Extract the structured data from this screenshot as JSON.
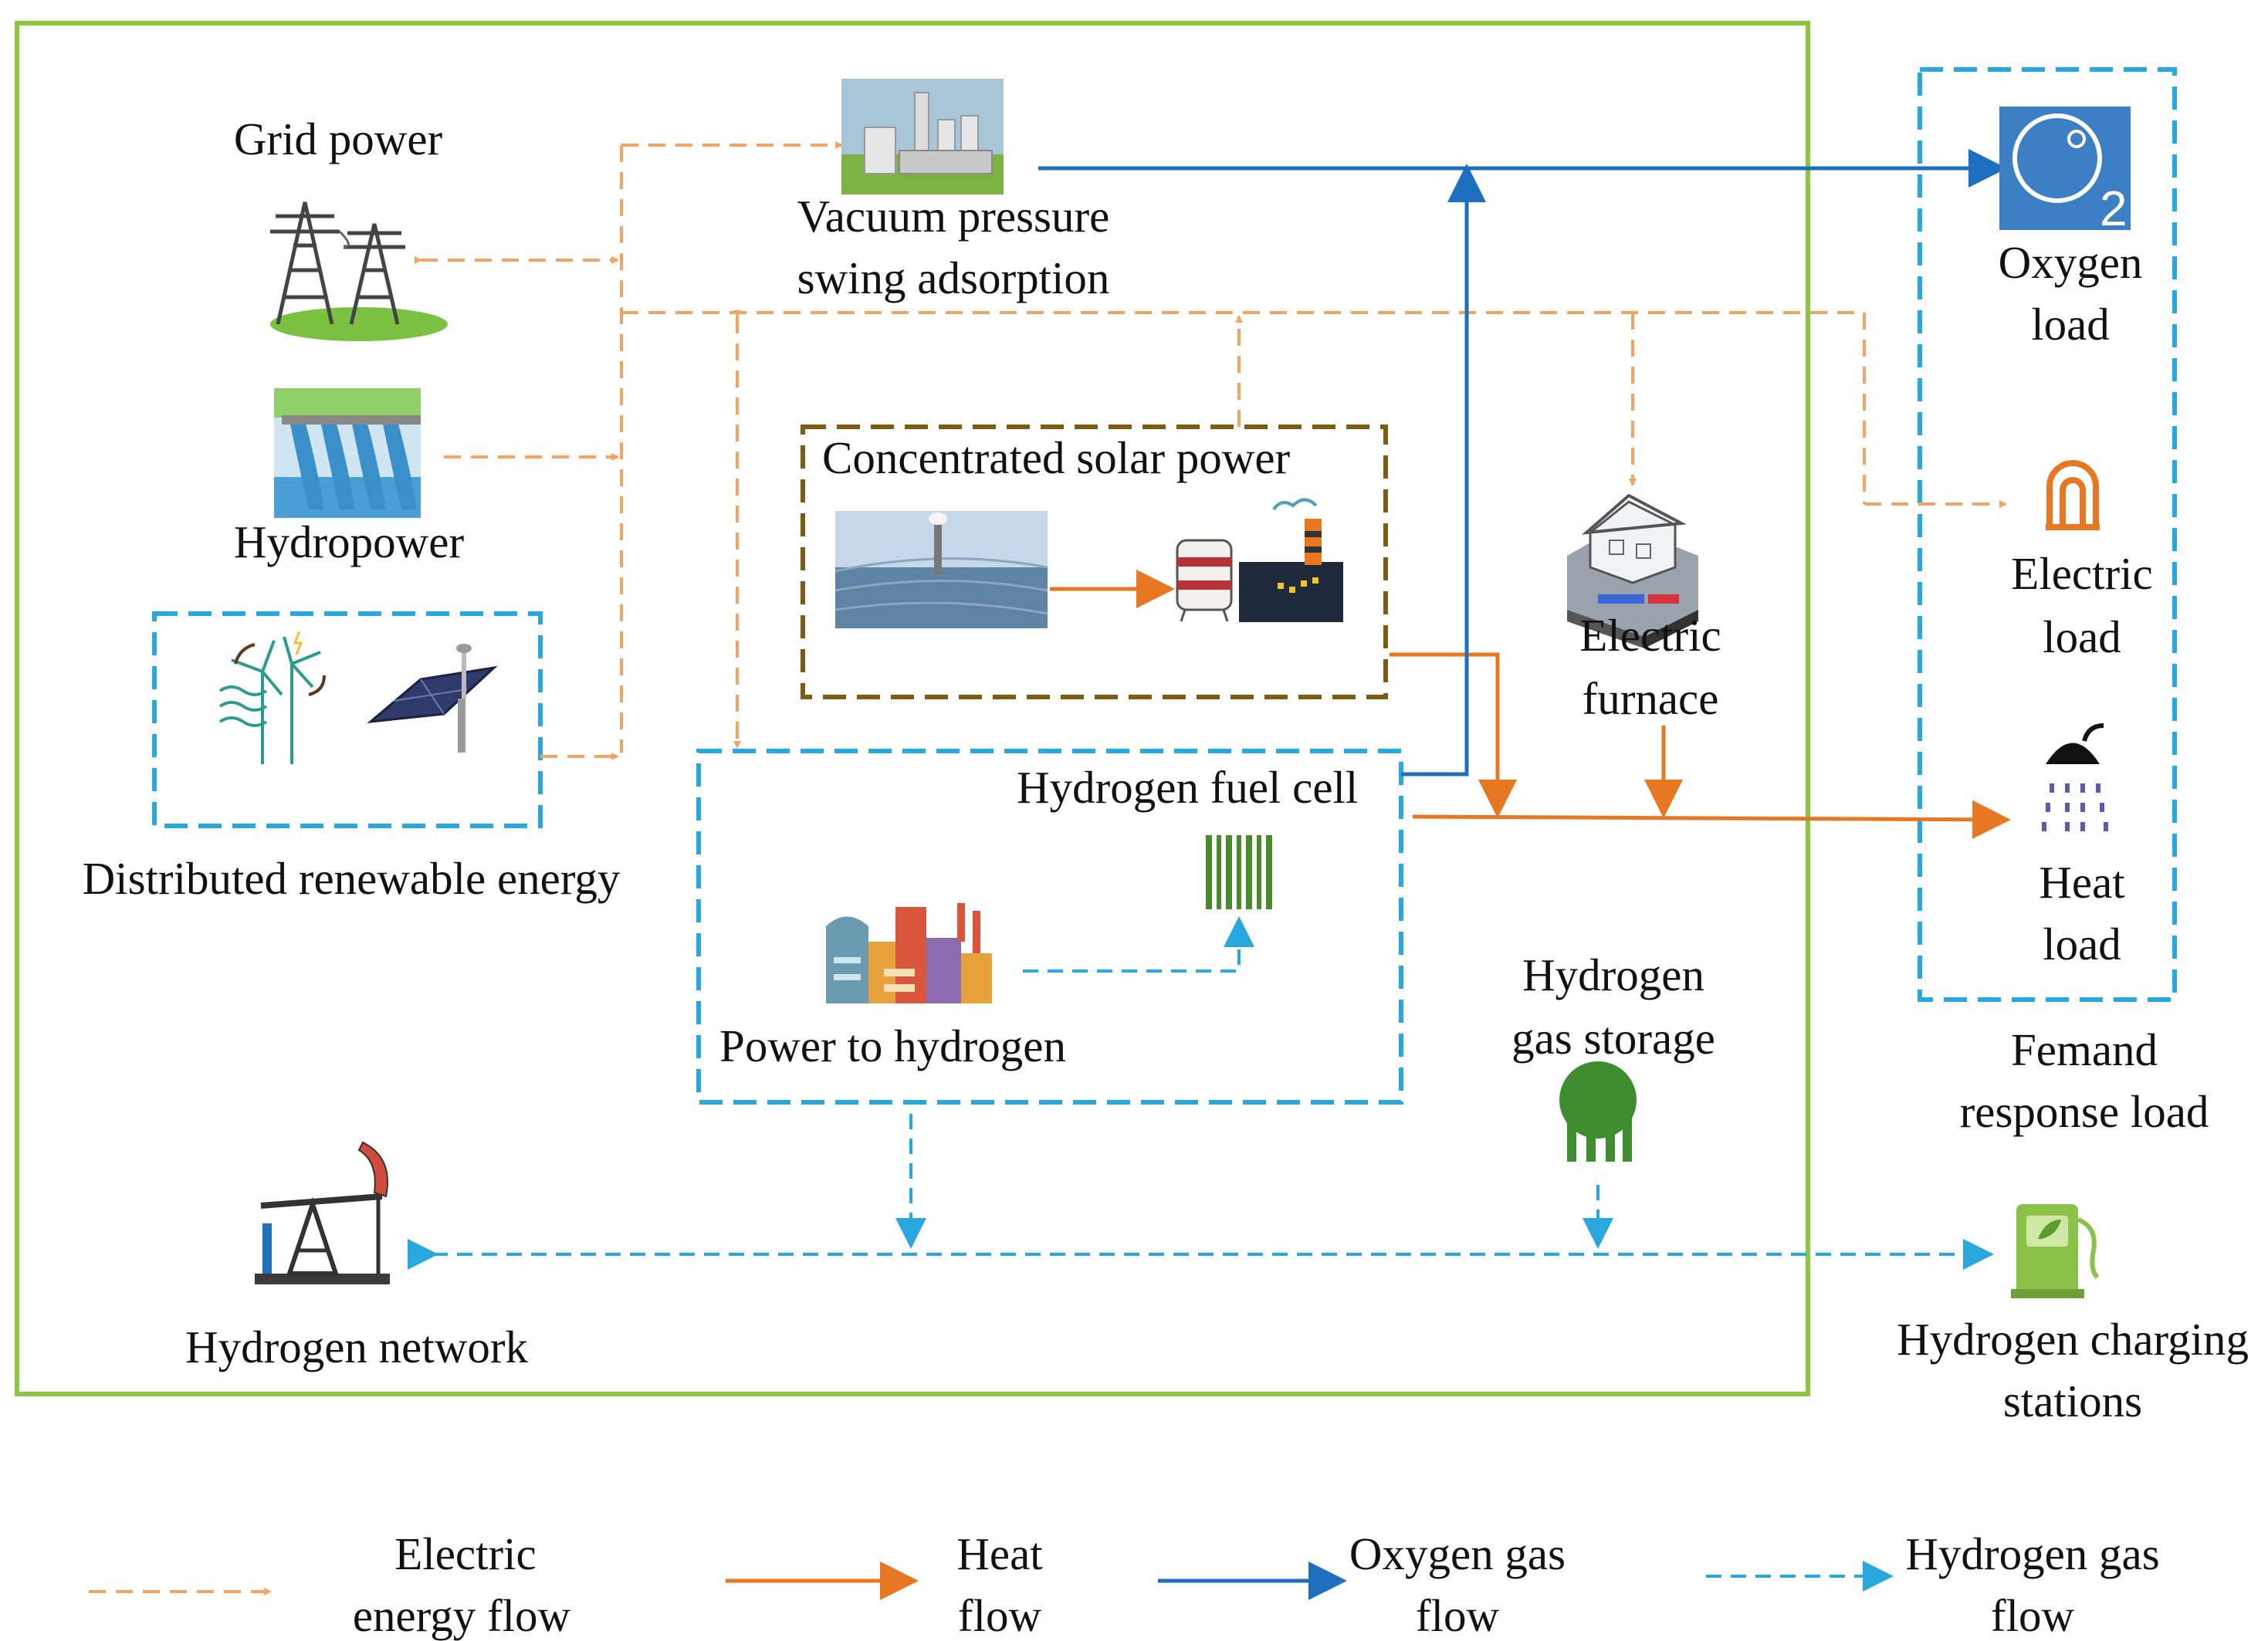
{
  "labels": {
    "grid_power": "Grid power",
    "hydropower": "Hydropower",
    "distributed_renewable": "Distributed renewable energy",
    "vpsa_line1": "Vacuum pressure",
    "vpsa_line2": "swing adsorption",
    "csp": "Concentrated solar power",
    "fuel_cell": "Hydrogen fuel cell",
    "power_to_hydrogen": "Power to hydrogen",
    "furnace_line1": "Electric",
    "furnace_line2": "furnace",
    "storage_line1": "Hydrogen",
    "storage_line2": "gas storage",
    "hydrogen_network": "Hydrogen network",
    "oxygen_line1": "Oxygen",
    "oxygen_line2": "load",
    "electric_load_line1": "Electric",
    "electric_load_line2": "load",
    "heat_load_line1": "Heat",
    "heat_load_line2": "load",
    "demand_line1": "Femand",
    "demand_line2": "response load",
    "charging_line1": "Hydrogen charging",
    "charging_line2": "stations",
    "o2_subscript": "2"
  },
  "legend": [
    {
      "line1": "Electric",
      "line2": "energy flow",
      "color": "#f4a460",
      "style": "dashed"
    },
    {
      "line1": "Heat",
      "line2": "flow",
      "color": "#e87722",
      "style": "solid"
    },
    {
      "line1": "Oxygen gas",
      "line2": "flow",
      "color": "#1f6fc0",
      "style": "solid"
    },
    {
      "line1": "Hydrogen gas",
      "line2": "flow",
      "color": "#29a8e0",
      "style": "dashed"
    }
  ],
  "colors": {
    "electric": "#f4a460",
    "heat": "#e87722",
    "oxygen": "#1f6fc0",
    "hydrogen": "#29a8e0",
    "system_border": "#8cc63f",
    "csp_border": "#7a5c12",
    "group_border": "#29a8e0"
  }
}
